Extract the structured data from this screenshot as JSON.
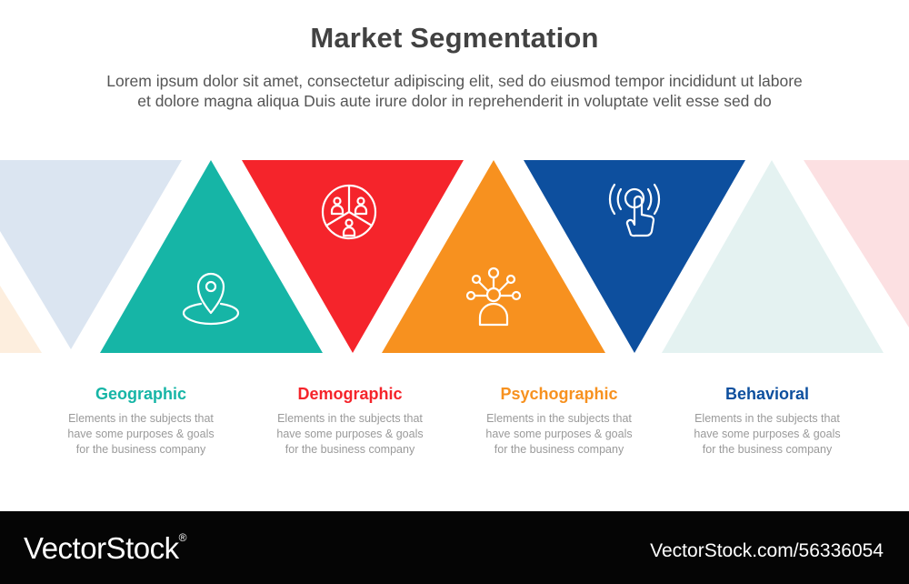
{
  "title": "Market Segmentation",
  "subtitle_line1": "Lorem ipsum dolor sit amet, consectetur adipiscing elit, sed do eiusmod tempor incididunt ut labore",
  "subtitle_line2": "et dolore magna aliqua Duis aute irure dolor in reprehenderit in voluptate velit esse sed do",
  "segments": [
    {
      "label": "Geographic",
      "color": "#16b5a6",
      "icon": "location-pin-icon",
      "desc1": "Elements in the subjects that",
      "desc2": "have  some purposes & goals",
      "desc3": "for the  business company"
    },
    {
      "label": "Demographic",
      "color": "#f5242b",
      "icon": "people-pie-icon",
      "desc1": "Elements in the subjects that",
      "desc2": "have  some purposes & goals",
      "desc3": "for the  business company"
    },
    {
      "label": "Psychographic",
      "color": "#f7911f",
      "icon": "person-network-icon",
      "desc1": "Elements in the subjects that",
      "desc2": "have  some purposes & goals",
      "desc3": "for the  business company"
    },
    {
      "label": "Behavioral",
      "color": "#0d4f9e",
      "icon": "tap-hand-icon",
      "desc1": "Elements in the subjects that",
      "desc2": "have  some purposes & goals",
      "desc3": "for the  business company"
    }
  ],
  "faded_colors": [
    "#dbe5f1",
    "#fdeede",
    "#e4f2f1",
    "#fce0e2"
  ],
  "footer": {
    "brand": "VectorStock",
    "trademark": "®",
    "image_id": "VectorStock.com/56336054"
  }
}
